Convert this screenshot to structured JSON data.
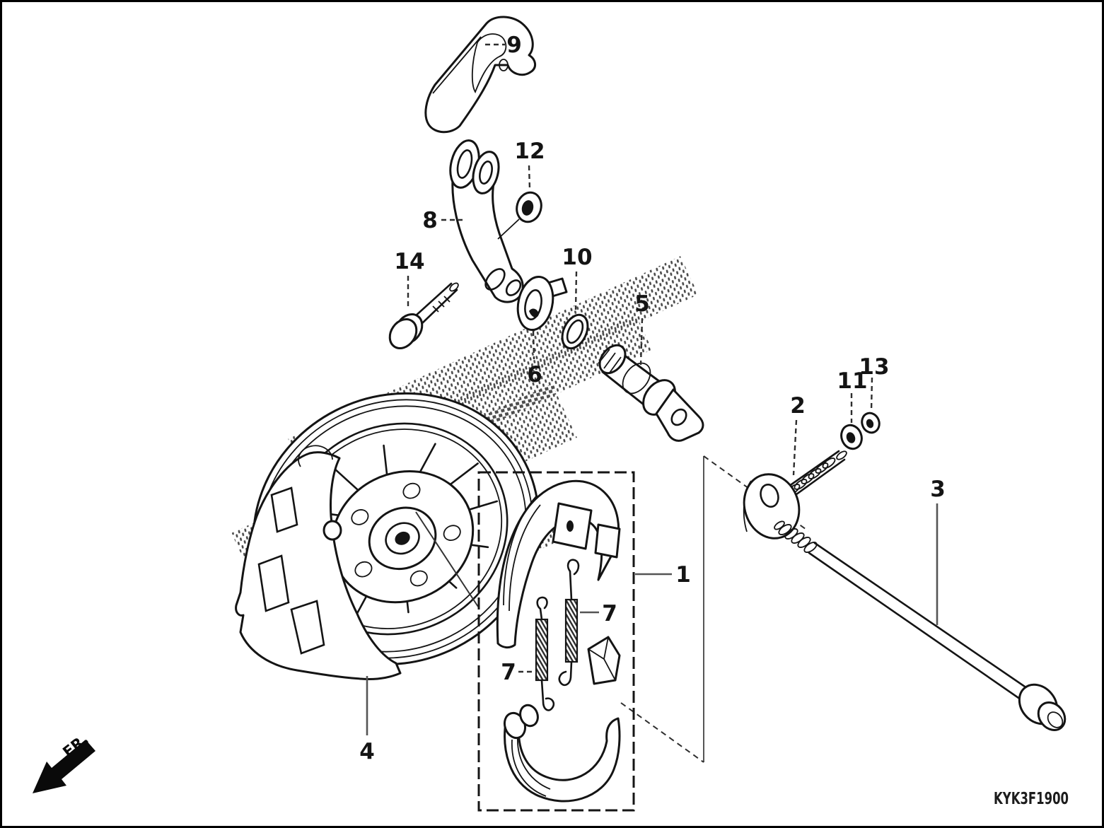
{
  "figure": {
    "code": "KYK3F1900",
    "fr_label": "FR."
  },
  "callouts": {
    "c1": {
      "label": "1"
    },
    "c2": {
      "label": "2"
    },
    "c3": {
      "label": "3"
    },
    "c4": {
      "label": "4"
    },
    "c5": {
      "label": "5"
    },
    "c6": {
      "label": "6"
    },
    "c7": {
      "label": "7"
    },
    "c8": {
      "label": "8"
    },
    "c9": {
      "label": "9"
    },
    "c10": {
      "label": "10"
    },
    "c11": {
      "label": "11"
    },
    "c12": {
      "label": "12"
    },
    "c13": {
      "label": "13"
    },
    "c14": {
      "label": "14"
    }
  },
  "colors": {
    "line": "#141414",
    "leader": "#555555",
    "background": "#ffffff",
    "halftone": "#4a4a4a"
  }
}
